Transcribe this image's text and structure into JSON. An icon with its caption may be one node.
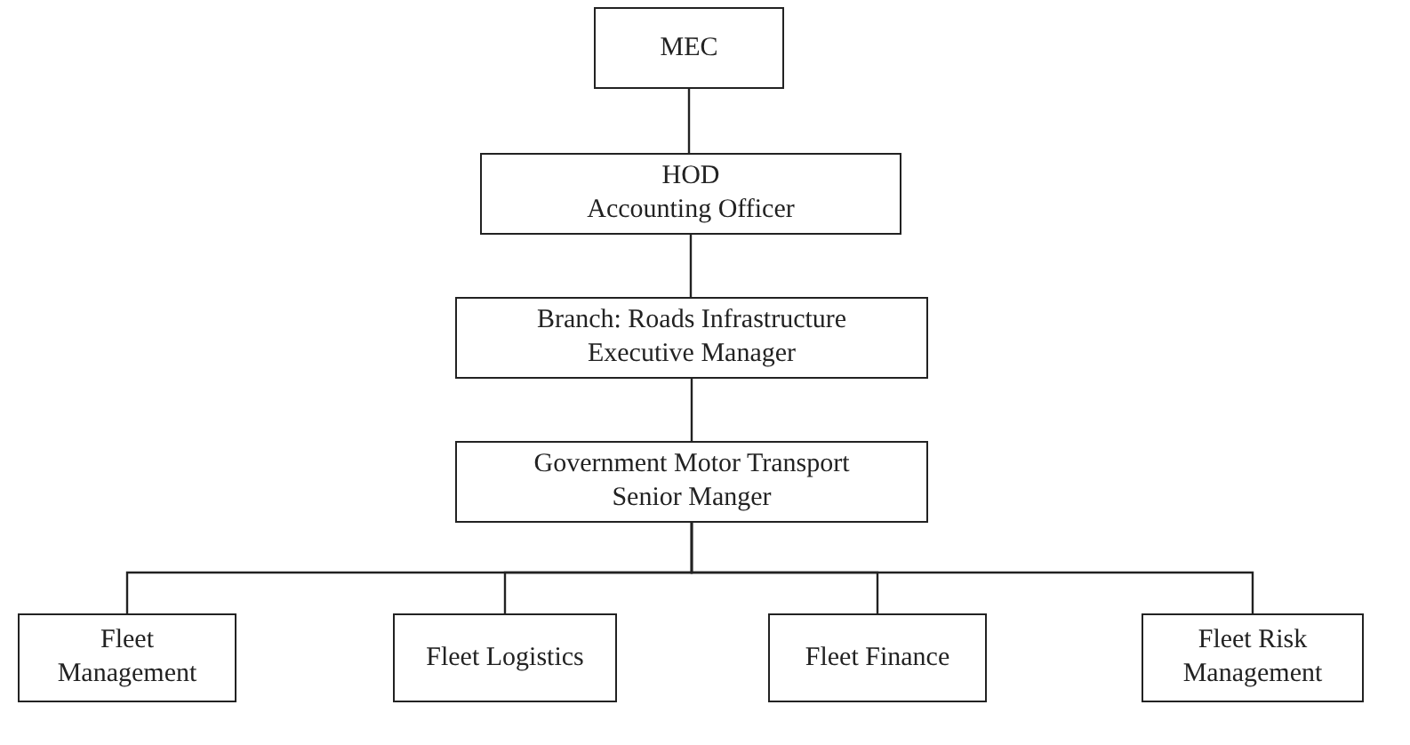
{
  "diagram": {
    "nodes": [
      {
        "text": [
          "MEC"
        ]
      },
      {
        "text": [
          "HOD",
          "Accounting Officer"
        ]
      },
      {
        "text": [
          "Branch: Roads Infrastructure",
          "Executive Manager"
        ]
      },
      {
        "text": [
          "Government Motor Transport",
          "Senior Manger"
        ]
      },
      {
        "text": [
          "Fleet Management"
        ]
      },
      {
        "text": [
          "Fleet Logistics"
        ]
      },
      {
        "text": [
          "Fleet Finance"
        ]
      },
      {
        "text": [
          "Fleet Risk Management"
        ]
      }
    ],
    "edges": [
      {
        "from": 0,
        "to": 1,
        "arrow": "none"
      },
      {
        "from": 1,
        "to": 2,
        "arrow": "none"
      },
      {
        "from": 2,
        "to": 3,
        "arrow": "none"
      },
      {
        "from": 3,
        "to": 4,
        "arrow": "none"
      },
      {
        "from": 3,
        "to": 5,
        "arrow": "none"
      },
      {
        "from": 3,
        "to": 6,
        "arrow": "none"
      },
      {
        "from": 3,
        "to": 7,
        "arrow": "none"
      }
    ]
  }
}
